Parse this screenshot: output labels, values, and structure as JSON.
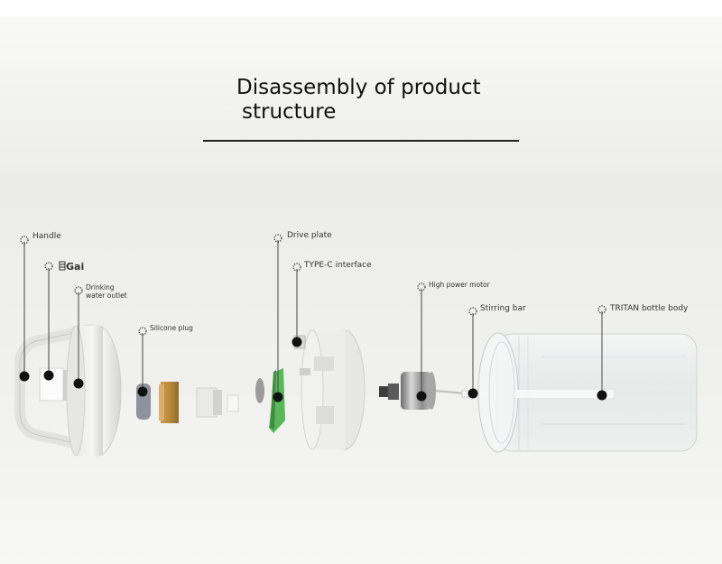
{
  "title": {
    "line1": "Disassembly of product",
    "line2": "structure"
  },
  "parts": {
    "handle": "Handle",
    "gai": "Gai",
    "drinking_outlet_line1": "Drinking",
    "drinking_outlet_line2": "water outlet",
    "silicone_plug": "Silicone plug",
    "drive_plate": "Drive plate",
    "type_c": "TYPE-C interface",
    "motor": "High power motor",
    "stirring_bar": "Stirring bar",
    "bottle_body": "TRITAN bottle body"
  },
  "colors": {
    "drive_plate_green": "#5bb85a",
    "plug_gold": "#b98a3b",
    "marker_dot": "#111111",
    "leader_line": "#444444"
  },
  "icons": {
    "marker": "dotted-ring-icon",
    "gai_glyph": "lid-glyph-icon"
  }
}
